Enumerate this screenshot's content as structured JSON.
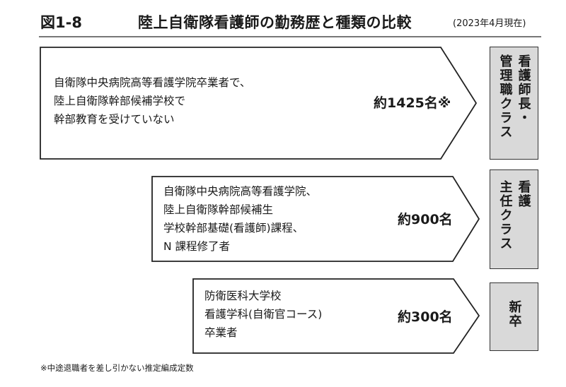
{
  "header": {
    "figure_number": "図1-8",
    "title": "陸上自衛隊看護師の勤務歴と種類の比較",
    "as_of": "(2023年4月現在)"
  },
  "rows": [
    {
      "description": [
        "自衛隊中央病院高等看護学院卒業者で、",
        "陸上自衛隊幹部候補学校で",
        "幹部教育を受けていない"
      ],
      "count": "約1425名※",
      "label_lines": [
        "看護師長・",
        "管理職クラス"
      ]
    },
    {
      "description": [
        "自衛隊中央病院高等看護学院、",
        "陸上自衛隊幹部候補生",
        "学校幹部基礎(看護師)課程、",
        "N 課程修了者"
      ],
      "count": "約900名",
      "label_lines": [
        "看護",
        "主任クラス"
      ]
    },
    {
      "description": [
        "防衛医科大学校",
        "看護学科(自衛官コース)",
        "卒業者"
      ],
      "count": "約300名",
      "label_lines": [
        "新卒"
      ]
    }
  ],
  "footnote": "※中途退職者を差し引かない推定編成定数"
}
